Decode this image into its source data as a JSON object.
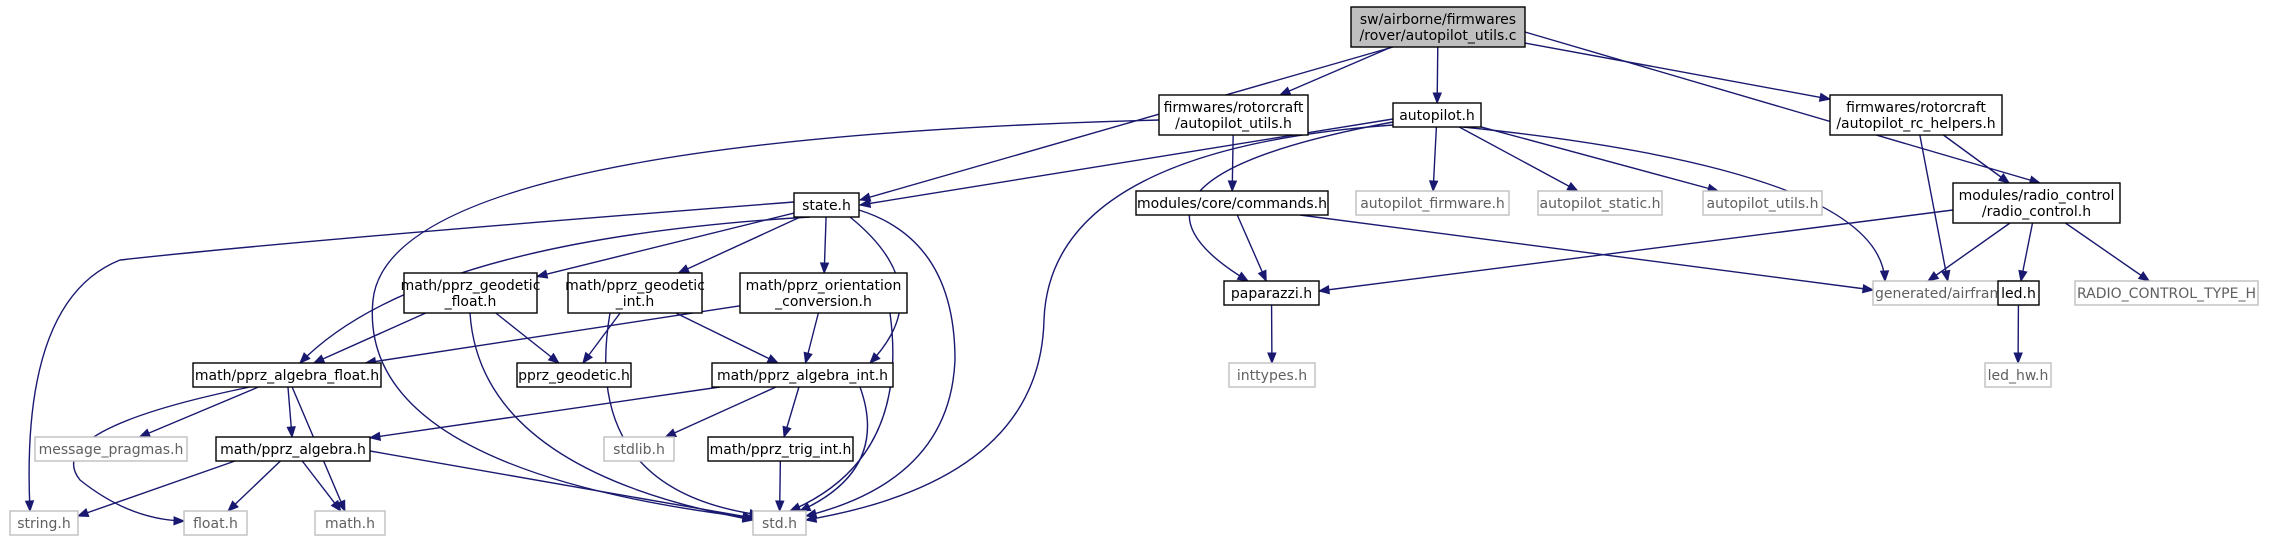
{
  "nodes": [
    {
      "id": "root",
      "kind": "root",
      "lines": [
        "sw/airborne/firmwares",
        "/rover/autopilot_utils.c"
      ]
    },
    {
      "id": "rotorcraft_autopilot_utils",
      "kind": "normal",
      "lines": [
        "firmwares/rotorcraft",
        "/autopilot_utils.h"
      ]
    },
    {
      "id": "autopilot",
      "kind": "normal",
      "lines": [
        "autopilot.h"
      ]
    },
    {
      "id": "rotorcraft_rc_helpers",
      "kind": "normal",
      "lines": [
        "firmwares/rotorcraft",
        "/autopilot_rc_helpers.h"
      ]
    },
    {
      "id": "radio_control",
      "kind": "normal",
      "lines": [
        "modules/radio_control",
        "/radio_control.h"
      ]
    },
    {
      "id": "state",
      "kind": "normal",
      "lines": [
        "state.h"
      ]
    },
    {
      "id": "commands",
      "kind": "normal",
      "lines": [
        "modules/core/commands.h"
      ]
    },
    {
      "id": "autopilot_firmware",
      "kind": "external",
      "lines": [
        "autopilot_firmware.h"
      ]
    },
    {
      "id": "autopilot_static",
      "kind": "external",
      "lines": [
        "autopilot_static.h"
      ]
    },
    {
      "id": "autopilot_utils_h",
      "kind": "external",
      "lines": [
        "autopilot_utils.h"
      ]
    },
    {
      "id": "paparazzi",
      "kind": "normal",
      "lines": [
        "paparazzi.h"
      ]
    },
    {
      "id": "airframe",
      "kind": "external",
      "lines": [
        "generated/airframe.h"
      ]
    },
    {
      "id": "led",
      "kind": "normal",
      "lines": [
        "led.h"
      ]
    },
    {
      "id": "rc_type",
      "kind": "external",
      "lines": [
        "RADIO_CONTROL_TYPE_H"
      ]
    },
    {
      "id": "inttypes",
      "kind": "external",
      "lines": [
        "inttypes.h"
      ]
    },
    {
      "id": "led_hw",
      "kind": "external",
      "lines": [
        "led_hw.h"
      ]
    },
    {
      "id": "geodetic_float",
      "kind": "normal",
      "lines": [
        "math/pprz_geodetic",
        "_float.h"
      ]
    },
    {
      "id": "geodetic_int",
      "kind": "normal",
      "lines": [
        "math/pprz_geodetic",
        "_int.h"
      ]
    },
    {
      "id": "orientation_conversion",
      "kind": "normal",
      "lines": [
        "math/pprz_orientation",
        "_conversion.h"
      ]
    },
    {
      "id": "algebra_float",
      "kind": "normal",
      "lines": [
        "math/pprz_algebra_float.h"
      ]
    },
    {
      "id": "pprz_geodetic",
      "kind": "normal",
      "lines": [
        "pprz_geodetic.h"
      ]
    },
    {
      "id": "algebra_int",
      "kind": "normal",
      "lines": [
        "math/pprz_algebra_int.h"
      ]
    },
    {
      "id": "message_pragmas",
      "kind": "external",
      "lines": [
        "message_pragmas.h"
      ]
    },
    {
      "id": "algebra",
      "kind": "normal",
      "lines": [
        "math/pprz_algebra.h"
      ]
    },
    {
      "id": "stdlib",
      "kind": "external",
      "lines": [
        "stdlib.h"
      ]
    },
    {
      "id": "trig_int",
      "kind": "normal",
      "lines": [
        "math/pprz_trig_int.h"
      ]
    },
    {
      "id": "string",
      "kind": "external",
      "lines": [
        "string.h"
      ]
    },
    {
      "id": "float",
      "kind": "external",
      "lines": [
        "float.h"
      ]
    },
    {
      "id": "math",
      "kind": "external",
      "lines": [
        "math.h"
      ]
    },
    {
      "id": "std",
      "kind": "external",
      "lines": [
        "std.h"
      ]
    }
  ],
  "edges": [
    {
      "from": "root",
      "to": "rotorcraft_autopilot_utils"
    },
    {
      "from": "root",
      "to": "autopilot"
    },
    {
      "from": "root",
      "to": "rotorcraft_rc_helpers"
    },
    {
      "from": "root",
      "to": "radio_control"
    },
    {
      "from": "root",
      "to": "state"
    },
    {
      "from": "rotorcraft_autopilot_utils",
      "to": "commands"
    },
    {
      "from": "rotorcraft_autopilot_utils",
      "to": "std"
    },
    {
      "from": "autopilot",
      "to": "state"
    },
    {
      "from": "autopilot",
      "to": "autopilot_firmware"
    },
    {
      "from": "autopilot",
      "to": "autopilot_static"
    },
    {
      "from": "autopilot",
      "to": "autopilot_utils_h"
    },
    {
      "from": "autopilot",
      "to": "airframe"
    },
    {
      "from": "autopilot",
      "to": "paparazzi"
    },
    {
      "from": "autopilot",
      "to": "std"
    },
    {
      "from": "rotorcraft_rc_helpers",
      "to": "radio_control"
    },
    {
      "from": "rotorcraft_rc_helpers",
      "to": "airframe"
    },
    {
      "from": "radio_control",
      "to": "paparazzi"
    },
    {
      "from": "radio_control",
      "to": "airframe"
    },
    {
      "from": "radio_control",
      "to": "led"
    },
    {
      "from": "radio_control",
      "to": "rc_type"
    },
    {
      "from": "commands",
      "to": "paparazzi"
    },
    {
      "from": "commands",
      "to": "airframe"
    },
    {
      "from": "paparazzi",
      "to": "inttypes"
    },
    {
      "from": "led",
      "to": "led_hw"
    },
    {
      "from": "state",
      "to": "geodetic_float"
    },
    {
      "from": "state",
      "to": "geodetic_int"
    },
    {
      "from": "state",
      "to": "orientation_conversion"
    },
    {
      "from": "state",
      "to": "algebra_float"
    },
    {
      "from": "state",
      "to": "algebra_int"
    },
    {
      "from": "state",
      "to": "string"
    },
    {
      "from": "state",
      "to": "std"
    },
    {
      "from": "geodetic_float",
      "to": "algebra_float"
    },
    {
      "from": "geodetic_float",
      "to": "pprz_geodetic"
    },
    {
      "from": "geodetic_float",
      "to": "std"
    },
    {
      "from": "geodetic_int",
      "to": "pprz_geodetic"
    },
    {
      "from": "geodetic_int",
      "to": "algebra_int"
    },
    {
      "from": "geodetic_int",
      "to": "std"
    },
    {
      "from": "orientation_conversion",
      "to": "algebra_float"
    },
    {
      "from": "orientation_conversion",
      "to": "algebra_int"
    },
    {
      "from": "orientation_conversion",
      "to": "std"
    },
    {
      "from": "algebra_float",
      "to": "message_pragmas"
    },
    {
      "from": "algebra_float",
      "to": "algebra"
    },
    {
      "from": "algebra_float",
      "to": "float"
    },
    {
      "from": "algebra_float",
      "to": "math"
    },
    {
      "from": "algebra_int",
      "to": "algebra"
    },
    {
      "from": "algebra_int",
      "to": "stdlib"
    },
    {
      "from": "algebra_int",
      "to": "trig_int"
    },
    {
      "from": "algebra_int",
      "to": "std"
    },
    {
      "from": "algebra",
      "to": "string"
    },
    {
      "from": "algebra",
      "to": "float"
    },
    {
      "from": "algebra",
      "to": "math"
    },
    {
      "from": "algebra",
      "to": "std"
    },
    {
      "from": "trig_int",
      "to": "std"
    }
  ]
}
